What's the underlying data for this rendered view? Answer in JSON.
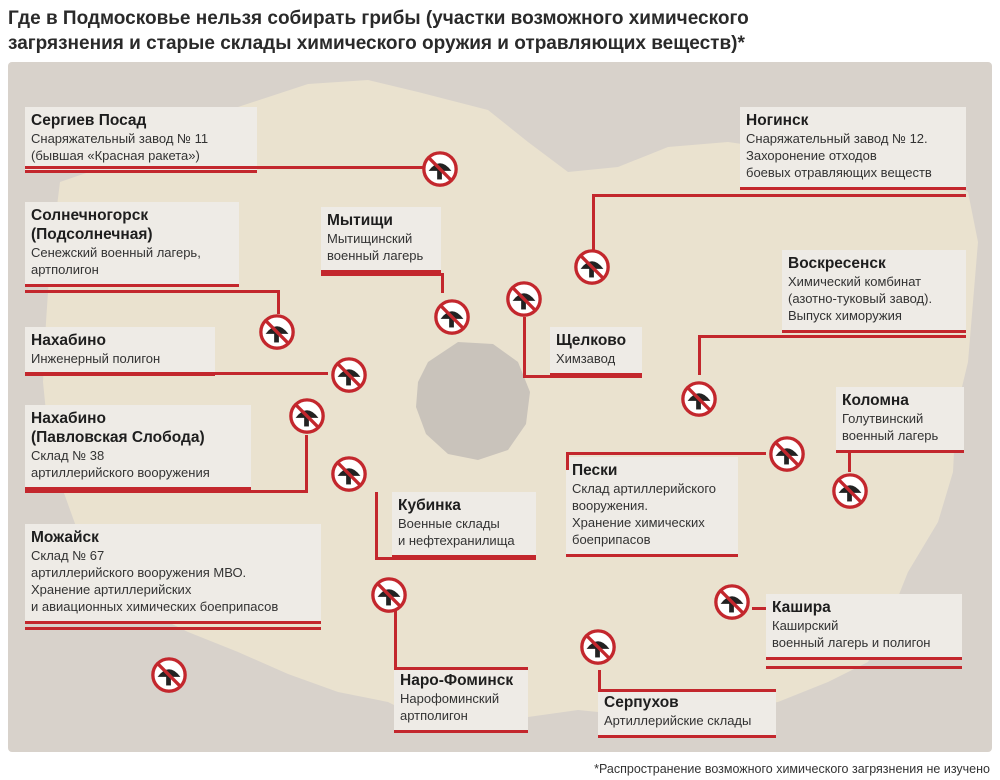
{
  "header": {
    "title_line1": "Где в Подмосковье нельзя собирать грибы (участки возможного химического",
    "title_line2": "загрязнения и старые склады химического оружия и отравляющих веществ)*"
  },
  "colors": {
    "background": "#d8d2cb",
    "region": "#eae2cf",
    "moscow": "#c9c3bb",
    "label_bg": "#eeebe6",
    "accent_red": "#c3272d"
  },
  "icons": {
    "site_marker": "no-mushroom-icon"
  },
  "sites": [
    {
      "city": "Сергиев Посад",
      "lines": [
        "Снаряжательный завод № 11",
        "(бывшая «Красная ракета»)"
      ]
    },
    {
      "city": "Ногинск",
      "lines": [
        "Снаряжательный завод № 12.",
        "Захоронение отходов",
        "боевых отравляющих веществ"
      ]
    },
    {
      "city": "Солнечногорск",
      "city2": "(Подсолнечная)",
      "lines": [
        "Сенежский военный лагерь,",
        "артполигон"
      ]
    },
    {
      "city": "Мытищи",
      "lines": [
        "Мытищинский",
        "военный лагерь"
      ]
    },
    {
      "city": "Воскресенск",
      "lines": [
        "Химический комбинат",
        "(азотно-туковый завод).",
        "Выпуск химоружия"
      ]
    },
    {
      "city": "Нахабино",
      "lines": [
        "Инженерный полигон"
      ]
    },
    {
      "city": "Щелково",
      "lines": [
        "Химзавод"
      ]
    },
    {
      "city": "Коломна",
      "lines": [
        "Голутвинский",
        "военный лагерь"
      ]
    },
    {
      "city": "Нахабино",
      "city2": "(Павловская Слобода)",
      "lines": [
        "Склад № 38",
        "артиллерийского вооружения"
      ]
    },
    {
      "city": "Пески",
      "lines": [
        "Склад артиллерийского",
        "вооружения.",
        "Хранение химических",
        "боеприпасов"
      ]
    },
    {
      "city": "Кубинка",
      "lines": [
        "Военные склады",
        "и нефтехранилища"
      ]
    },
    {
      "city": "Можайск",
      "lines": [
        "Склад № 67",
        "артиллерийского вооружения МВО.",
        "Хранение артиллерийских",
        "и авиационных химических боеприпасов"
      ]
    },
    {
      "city": "Кашира",
      "lines": [
        "Каширский",
        "военный лагерь и полигон"
      ]
    },
    {
      "city": "Наро-Фоминск",
      "lines": [
        "Нарофоминский",
        "артполигон"
      ]
    },
    {
      "city": "Серпухов",
      "lines": [
        "Артиллерийские склады"
      ]
    }
  ],
  "footnote": "*Распространение возможного химического загрязнения не изучено"
}
